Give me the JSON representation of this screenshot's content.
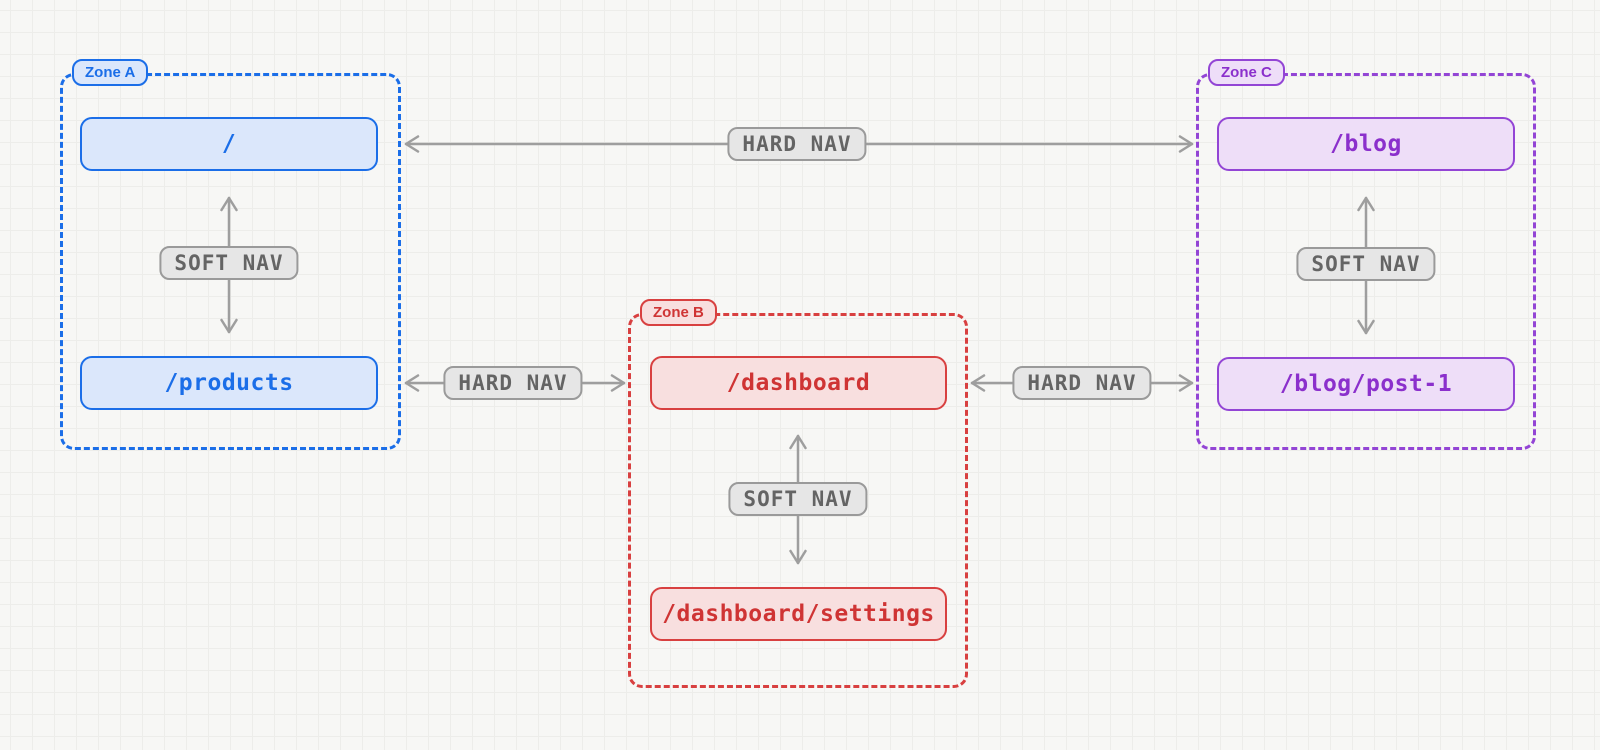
{
  "diagram": {
    "zones": [
      {
        "label": "Zone A",
        "colors": {
          "border": "#1b6ee8",
          "node_fill": "#dbe7fb",
          "node_border": "#1b6ee8",
          "label_fill": "#dbe7fb",
          "text": "#1b6ee8"
        },
        "nodes": [
          {
            "path": "/"
          },
          {
            "path": "/products"
          }
        ],
        "internal_edge": {
          "label": "SOFT NAV",
          "from": "/",
          "to": "/products",
          "bidirectional": true
        }
      },
      {
        "label": "Zone B",
        "colors": {
          "border": "#d84040",
          "node_fill": "#f8dfdf",
          "node_border": "#d84040",
          "label_fill": "#f8dfdf",
          "text": "#cf3434"
        },
        "nodes": [
          {
            "path": "/dashboard"
          },
          {
            "path": "/dashboard/settings"
          }
        ],
        "internal_edge": {
          "label": "SOFT NAV",
          "from": "/dashboard",
          "to": "/dashboard/settings",
          "bidirectional": true
        }
      },
      {
        "label": "Zone C",
        "colors": {
          "border": "#9345d5",
          "node_fill": "#eedef8",
          "node_border": "#9345d5",
          "label_fill": "#eedef8",
          "text": "#8b30cc"
        },
        "nodes": [
          {
            "path": "/blog"
          },
          {
            "path": "/blog/post-1"
          }
        ],
        "internal_edge": {
          "label": "SOFT NAV",
          "from": "/blog",
          "to": "/blog/post-1",
          "bidirectional": true
        }
      }
    ],
    "edges": [
      {
        "label": "HARD NAV",
        "from": "/",
        "to": "/blog",
        "bidirectional": true
      },
      {
        "label": "HARD NAV",
        "from": "/products",
        "to": "/dashboard",
        "bidirectional": true
      },
      {
        "label": "HARD NAV",
        "from": "/dashboard",
        "to": "/blog/post-1",
        "bidirectional": true
      }
    ],
    "colors": {
      "arrow": "#9e9e9e",
      "nav_pill_fill": "#e6e6e6",
      "nav_pill_border": "#9a9a9a",
      "nav_pill_text": "#646464",
      "background": "#f7f7f5",
      "grid_line": "#ededea",
      "grid_line_major": "#e7e7e4"
    }
  }
}
